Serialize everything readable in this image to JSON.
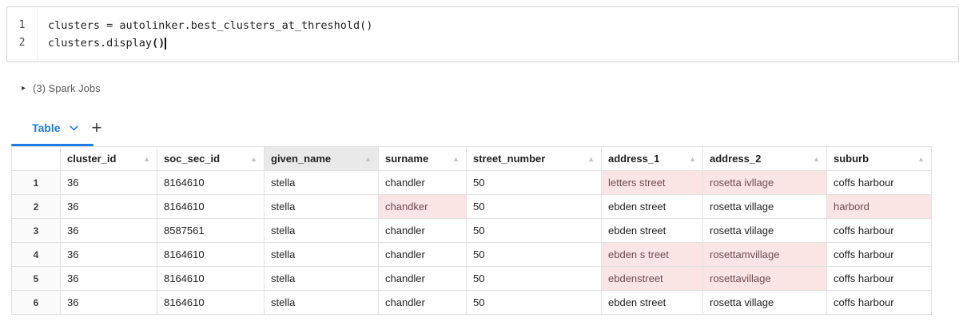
{
  "code_cell": {
    "lines": [
      {
        "number": "1",
        "segments": [
          {
            "text": "clusters = autolinker.best_clusters_at_threshold()"
          }
        ]
      },
      {
        "number": "2",
        "segments": [
          {
            "text": "clusters.display"
          },
          {
            "text": "()",
            "bold": true
          }
        ],
        "cursor": true
      }
    ]
  },
  "spark_jobs": {
    "toggle_icon": "▸",
    "label": "(3) Spark Jobs"
  },
  "results_tabs": {
    "active_tab": "Table",
    "add_button": "+"
  },
  "table": {
    "columns": [
      "cluster_id",
      "soc_sec_id",
      "given_name",
      "surname",
      "street_number",
      "address_1",
      "address_2",
      "suburb"
    ],
    "header_highlight": "given_name",
    "sort_icon": "▲",
    "rows": [
      {
        "index": "1",
        "cells": [
          {
            "text": "36"
          },
          {
            "text": "8164610"
          },
          {
            "text": "stella"
          },
          {
            "text": "chandler"
          },
          {
            "text": "50"
          },
          {
            "text": "letters street",
            "highlight": true
          },
          {
            "text": "rosetta ivllage",
            "highlight": true
          },
          {
            "text": "coffs harbour"
          }
        ]
      },
      {
        "index": "2",
        "cells": [
          {
            "text": "36"
          },
          {
            "text": "8164610"
          },
          {
            "text": "stella"
          },
          {
            "text": "chandker",
            "highlight": true
          },
          {
            "text": "50"
          },
          {
            "text": "ebden street"
          },
          {
            "text": "rosetta village"
          },
          {
            "text": "harbord",
            "highlight": true
          }
        ]
      },
      {
        "index": "3",
        "cells": [
          {
            "text": "36"
          },
          {
            "text": "8587561"
          },
          {
            "text": "stella"
          },
          {
            "text": "chandler"
          },
          {
            "text": "50"
          },
          {
            "text": "ebden street"
          },
          {
            "text": "rosetta vlilage"
          },
          {
            "text": "coffs harbour"
          }
        ]
      },
      {
        "index": "4",
        "cells": [
          {
            "text": "36"
          },
          {
            "text": "8164610"
          },
          {
            "text": "stella"
          },
          {
            "text": "chandler"
          },
          {
            "text": "50"
          },
          {
            "text": "ebden s treet",
            "highlight": true
          },
          {
            "text": "rosettamvillage",
            "highlight": true
          },
          {
            "text": "coffs harbour"
          }
        ]
      },
      {
        "index": "5",
        "cells": [
          {
            "text": "36"
          },
          {
            "text": "8164610"
          },
          {
            "text": "stella"
          },
          {
            "text": "chandler"
          },
          {
            "text": "50"
          },
          {
            "text": "ebdenstreet",
            "highlight": true
          },
          {
            "text": "rosettavillage",
            "highlight": true
          },
          {
            "text": "coffs harbour"
          }
        ]
      },
      {
        "index": "6",
        "cells": [
          {
            "text": "36"
          },
          {
            "text": "8164610"
          },
          {
            "text": "stella"
          },
          {
            "text": "chandler"
          },
          {
            "text": "50"
          },
          {
            "text": "ebden street"
          },
          {
            "text": "rosetta village"
          },
          {
            "text": "coffs harbour"
          }
        ]
      }
    ]
  },
  "colors": {
    "accent_blue": "#1f7ce4",
    "highlight_bg": "#fbe4e4",
    "highlight_text": "#6e4c52",
    "header_hover_bg": "#e9e9e9"
  }
}
